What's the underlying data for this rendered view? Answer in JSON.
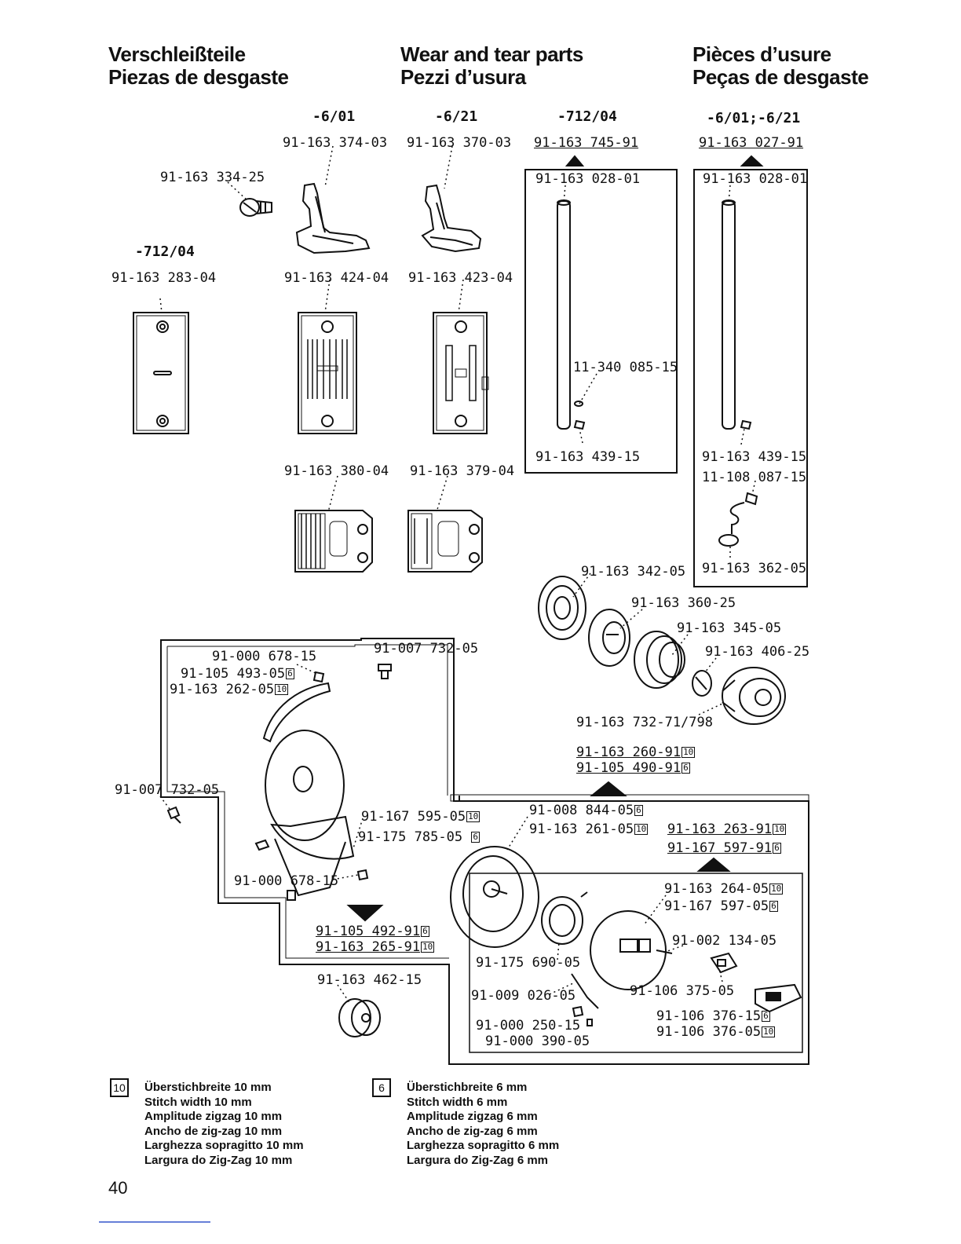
{
  "headers": {
    "de": "Verschleißteile",
    "es": "Piezas de desgaste",
    "en": "Wear and tear parts",
    "it": "Pezzi d’usura",
    "fr": "Pièces d’usure",
    "pt": "Peças de desgaste"
  },
  "model_labels": {
    "col1": "-6/01",
    "col2": "-6/21",
    "col3": "-712/04",
    "col4": "-6/01;-6/21",
    "plate": "-712/04"
  },
  "parts": {
    "foot_6_01": "91-163 374-03",
    "foot_6_21": "91-163 370-03",
    "set_712": "91-163 745-91",
    "set_6": "91-163 027-91",
    "screw_334": "91-163 334-25",
    "rod1": "91-163 028-01",
    "rod2": "91-163 028-01",
    "plate_712": "91-163 283-04",
    "plate_424": "91-163 424-04",
    "plate_423": "91-163 423-04",
    "screw_085": "11-340 085-15",
    "screw_439a": "91-163 439-15",
    "screw_439b": "91-163 439-15",
    "guide_087": "11-108 087-15",
    "feed_380": "91-163 380-04",
    "feed_379": "91-163 379-04",
    "part_342": "91-163 342-05",
    "part_362": "91-163 362-05",
    "part_360": "91-163 360-25",
    "part_345": "91-163 345-05",
    "part_406": "91-163 406-25",
    "part_732_71": "91-163 732-71/798",
    "hook_set_a": "91-163 260-91",
    "hook_set_b": "91-105 490-91",
    "screw_678a": "91-000 678-15",
    "ring_493": "91-105 493-05",
    "ring_262": "91-163 262-05",
    "screw_732a": "91-007 732-05",
    "screw_732b": "91-007 732-05",
    "hook_595": "91-167 595-05",
    "hook_785": "91-175 785-05",
    "screw_678b": "91-000 678-15",
    "set_492": "91-105 492-91",
    "set_265": "91-163 265-91",
    "bobbin_462": "91-163 462-15",
    "part_844": "91-008 844-05",
    "part_261": "91-163 261-05",
    "set_263": "91-163 263-91",
    "set_597": "91-167 597-91",
    "part_264": "91-163 264-05",
    "part_597": "91-167 597-05",
    "part_134": "91-002 134-05",
    "part_690": "91-175 690-05",
    "part_375": "91-106 375-05",
    "part_026": "91-009 026-05",
    "part_376_15": "91-106 376-15",
    "part_376_05": "91-106 376-05",
    "part_250": "91-000 250-15",
    "part_390": "91-000 390-05"
  },
  "tags": {
    "ten": "10",
    "six": "6"
  },
  "legend10": {
    "box": "10",
    "lines": [
      "Überstichbreite 10 mm",
      "Stitch width 10 mm",
      "Amplitude zigzag 10 mm",
      "Ancho de zig-zag 10 mm",
      "Larghezza sopragitto 10 mm",
      "Largura do Zig-Zag 10 mm"
    ]
  },
  "legend6": {
    "box": "6",
    "lines": [
      "Überstichbreite 6 mm",
      "Stitch width 6 mm",
      "Amplitude zigzag 6 mm",
      "Ancho de zig-zag 6 mm",
      "Larghezza sopragitto 6 mm",
      "Largura do Zig-Zag 6 mm"
    ]
  },
  "page_number": "40"
}
